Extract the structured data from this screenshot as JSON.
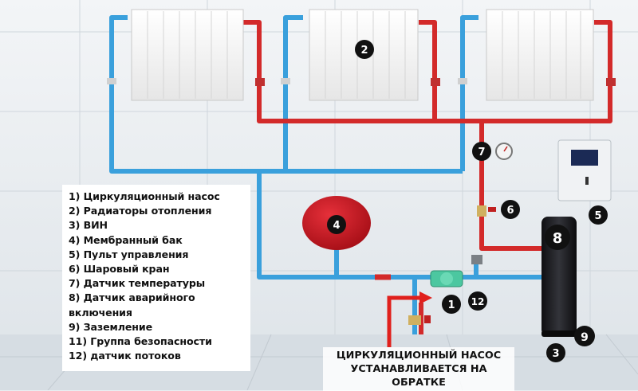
{
  "legend": {
    "items": [
      "1) Циркуляционный насос",
      "2) Радиаторы отопления",
      "3) ВИН",
      "4) Мембранный бак",
      "5) Пульт управления",
      "6) Шаровый кран",
      "7) Датчик температуры",
      "8) Датчик аварийного",
      "включения",
      "9) Заземление",
      "11) Группа безопасности",
      "12) датчик потоков"
    ]
  },
  "note": {
    "line1": "Циркуляционный насос",
    "line2": "устанавливается на обратке"
  },
  "badges": {
    "pump": "1",
    "radiator": "2",
    "boiler_base": "3",
    "tank": "4",
    "control": "5",
    "valve": "6",
    "temp": "7",
    "emergency": "8",
    "ground": "9",
    "flow": "12"
  },
  "colors": {
    "supply": "#d32a2a",
    "return": "#3aa0dc",
    "badge": "#111111",
    "tank": "#c8141c",
    "arrow": "#e0201c"
  }
}
